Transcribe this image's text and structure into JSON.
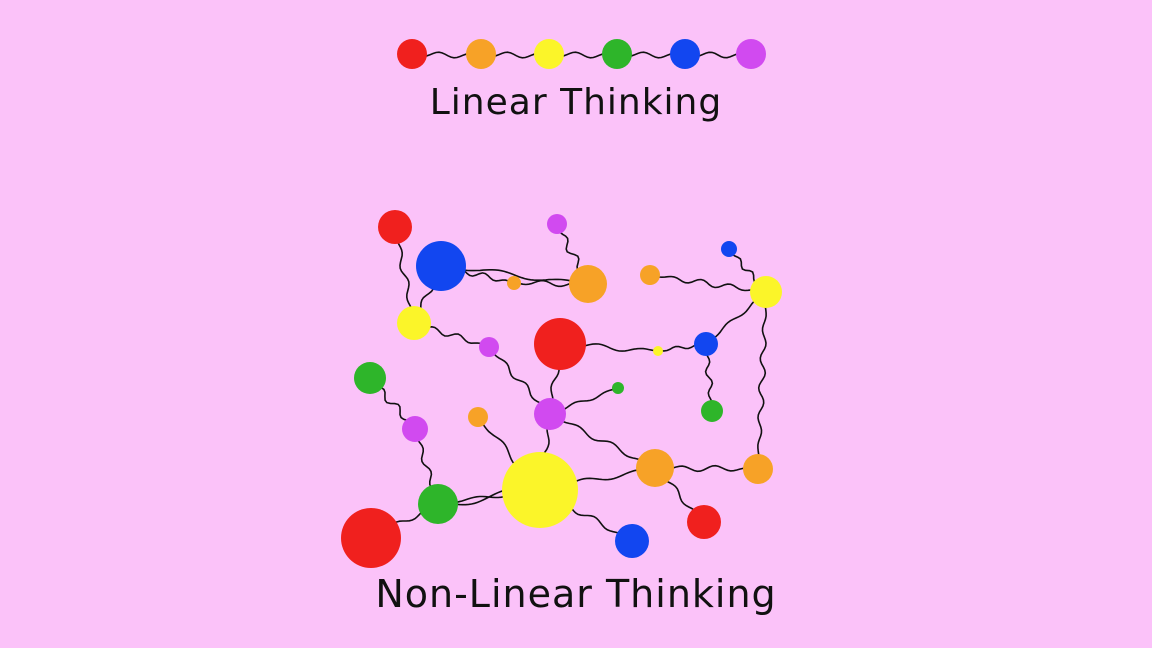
{
  "captions": {
    "linear": "Linear Thinking",
    "nonlinear": "Non-Linear Thinking"
  },
  "palette": {
    "background": "#FBC2F9",
    "red": "#F0201E",
    "orange": "#F7A227",
    "yellow": "#FBF529",
    "green": "#2EB52A",
    "blue": "#1246F0",
    "purple": "#D14AF0",
    "line": "#111111"
  },
  "linear_sequence": [
    "red",
    "orange",
    "yellow",
    "green",
    "blue",
    "purple"
  ],
  "nonlinear_node_colors": [
    "red",
    "blue",
    "purple",
    "orange",
    "orange",
    "blue",
    "orange",
    "yellow",
    "yellow",
    "red",
    "purple",
    "yellow",
    "blue",
    "green",
    "green",
    "green",
    "purple",
    "orange",
    "purple",
    "yellow",
    "orange",
    "orange",
    "red",
    "green",
    "red",
    "blue"
  ]
}
